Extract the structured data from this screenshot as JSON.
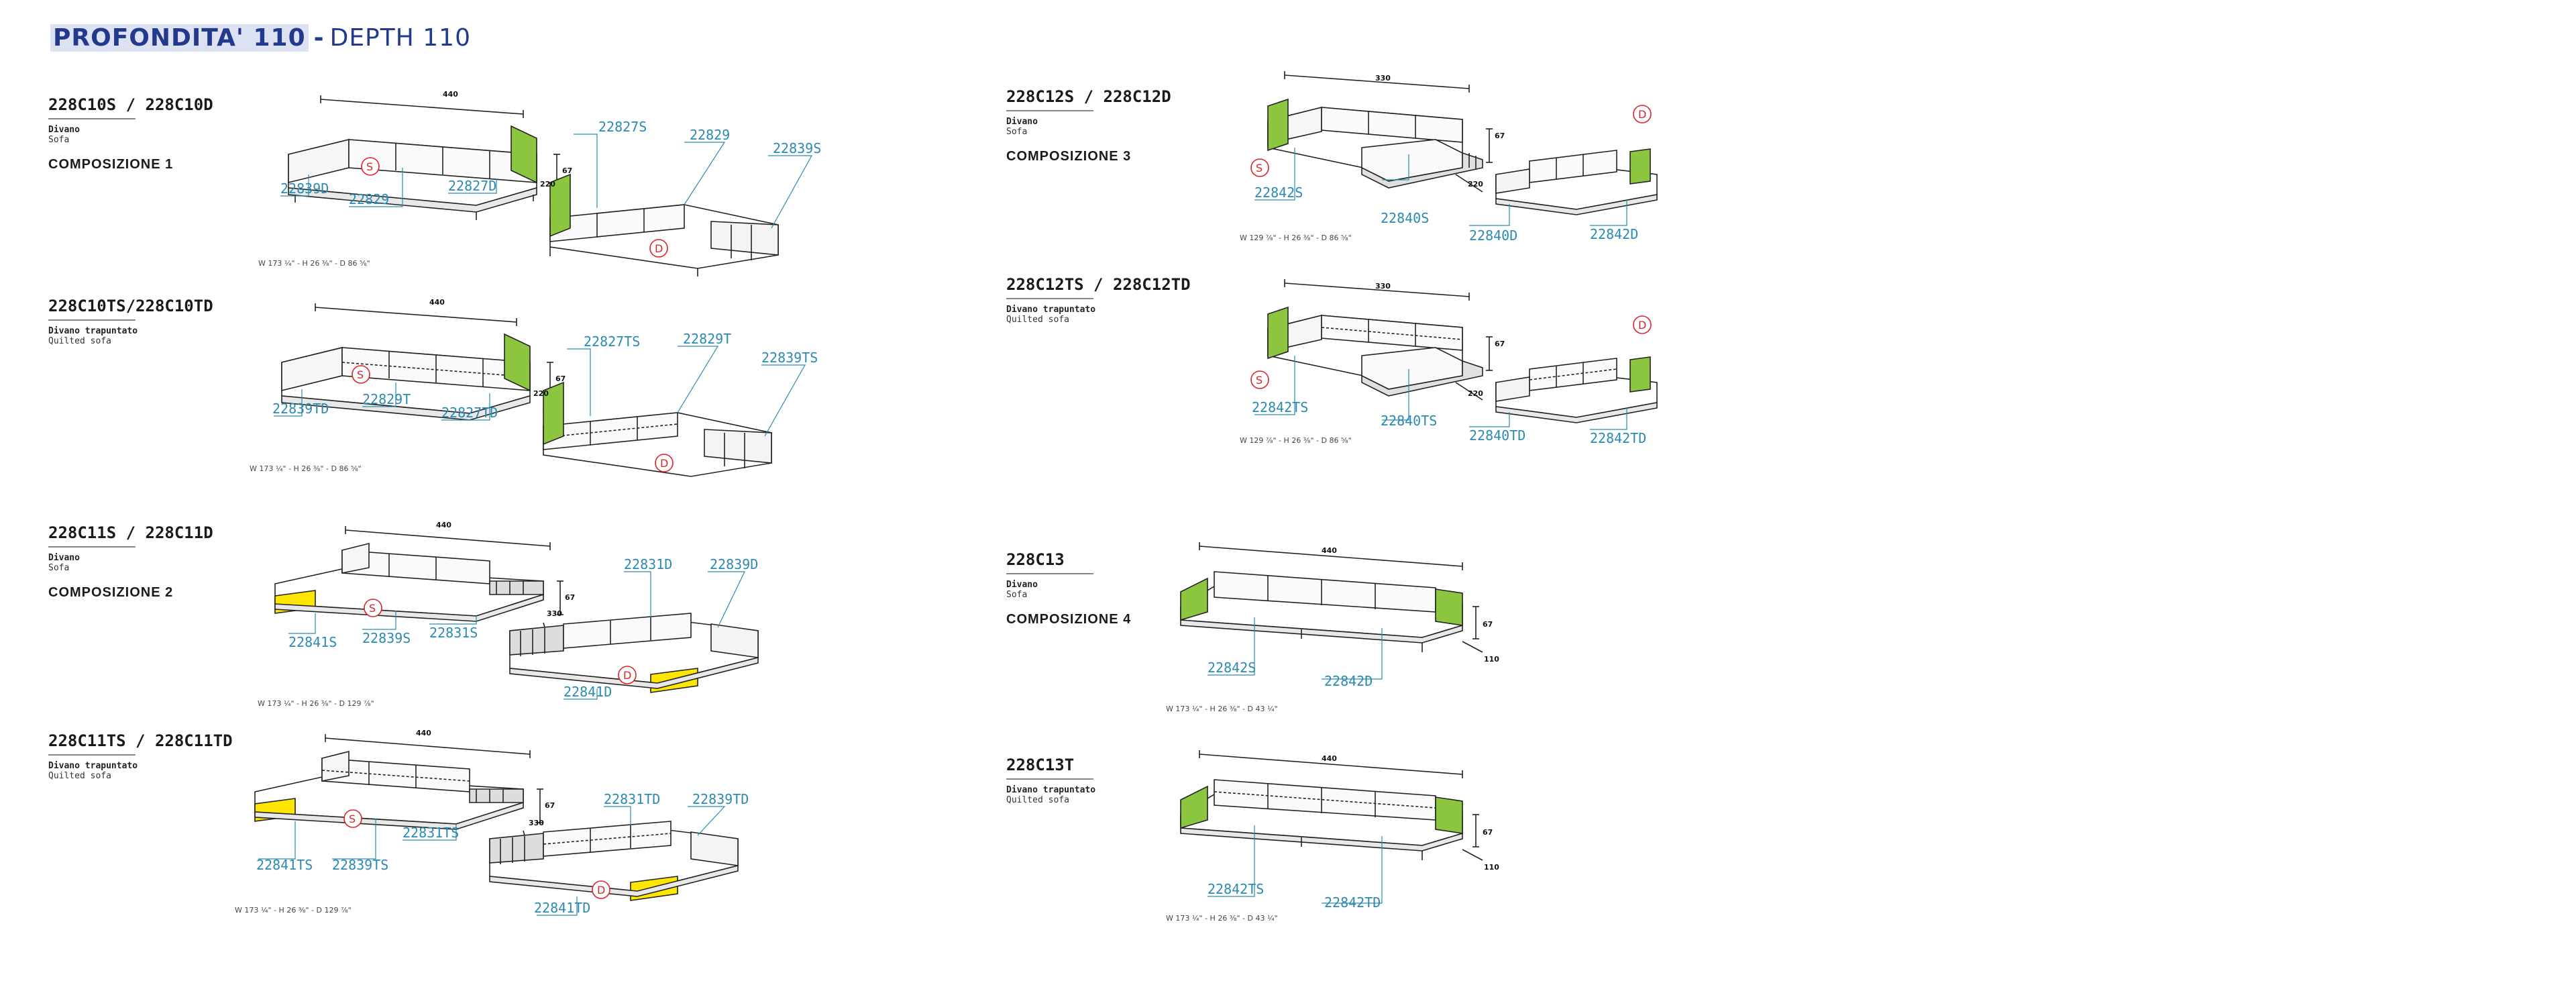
{
  "header": {
    "title_bold": "PROFONDITA' 110",
    "dash": "-",
    "title_light": "DEPTH 110"
  },
  "colors": {
    "green": "#8cc63f",
    "yellow": "#ffe600",
    "label_blue": "#2a8ab0",
    "header_blue": "#233a8c",
    "badge_red": "#d9262b"
  },
  "sections": [
    {
      "code": "228C10S / 228C10D",
      "sub1": "Divano",
      "sub2": "Sofa",
      "comp": "COMPOSIZIONE 1",
      "dims_w": "440",
      "dims_h": "67",
      "dims_d": "220",
      "size": "W 173 ¼\" - H 26 ⅜\" - D 86 ⅝\"",
      "labels": [
        "22827S",
        "22829",
        "22839S",
        "22839D",
        "22829",
        "22827D"
      ],
      "badge_s": "S",
      "badge_d": "D"
    },
    {
      "code": "228C10TS/228C10TD",
      "sub1": "Divano trapuntato",
      "sub2": "Quilted sofa",
      "dims_w": "440",
      "dims_h": "67",
      "dims_d": "220",
      "size": "W 173 ¼\" - H 26 ⅜\" - D 86 ⅝\"",
      "labels": [
        "22827TS",
        "22829T",
        "22839TS",
        "22839TD",
        "22829T",
        "22827TD"
      ],
      "badge_s": "S",
      "badge_d": "D"
    },
    {
      "code": "228C11S / 228C11D",
      "sub1": "Divano",
      "sub2": "Sofa",
      "comp": "COMPOSIZIONE 2",
      "dims_w": "440",
      "dims_h": "67",
      "dims_d": "330",
      "size": "W 173 ¼\" - H 26 ⅜\" - D 129 ⅞\"",
      "labels": [
        "22831D",
        "22839D",
        "22841S",
        "22839S",
        "22831S",
        "22841D"
      ],
      "badge_s": "S",
      "badge_d": "D"
    },
    {
      "code": "228C11TS / 228C11TD",
      "sub1": "Divano trapuntato",
      "sub2": "Quilted sofa",
      "dims_w": "440",
      "dims_h": "67",
      "dims_d": "330",
      "size": "W 173 ¼\" - H 26 ⅜\" - D 129 ⅞\"",
      "labels": [
        "22831TD",
        "22839TD",
        "22841TS",
        "22839TS",
        "22831TS",
        "22841TD"
      ],
      "badge_s": "S",
      "badge_d": "D"
    },
    {
      "code": "228C12S / 228C12D",
      "sub1": "Divano",
      "sub2": "Sofa",
      "comp": "COMPOSIZIONE 3",
      "dims_w": "330",
      "dims_h": "67",
      "dims_d": "220",
      "size": "W 129 ⅞\" - H 26 ⅜\" - D 86 ⅝\"",
      "labels": [
        "22842S",
        "22840S",
        "22840D",
        "22842D"
      ],
      "badge_s": "S",
      "badge_d": "D"
    },
    {
      "code": "228C12TS / 228C12TD",
      "sub1": "Divano trapuntato",
      "sub2": "Quilted sofa",
      "dims_w": "330",
      "dims_h": "67",
      "dims_d": "220",
      "size": "W 129 ⅞\" - H 26 ⅜\" - D 86 ⅝\"",
      "labels": [
        "22842TS",
        "22840TS",
        "22840TD",
        "22842TD"
      ],
      "badge_s": "S",
      "badge_d": "D"
    },
    {
      "code": "228C13",
      "sub1": "Divano",
      "sub2": "Sofa",
      "comp": "COMPOSIZIONE 4",
      "dims_w": "440",
      "dims_h": "67",
      "dims_d": "110",
      "size": "W 173 ¼\" - H 26 ⅜\" - D 43 ¼\"",
      "labels": [
        "22842S",
        "22842D"
      ]
    },
    {
      "code": "228C13T",
      "sub1": "Divano trapuntato",
      "sub2": "Quilted sofa",
      "dims_w": "440",
      "dims_h": "67",
      "dims_d": "110",
      "size": "W 173 ¼\" - H 26 ⅜\" - D 43 ¼\"",
      "labels": [
        "22842TS",
        "22842TD"
      ]
    }
  ]
}
